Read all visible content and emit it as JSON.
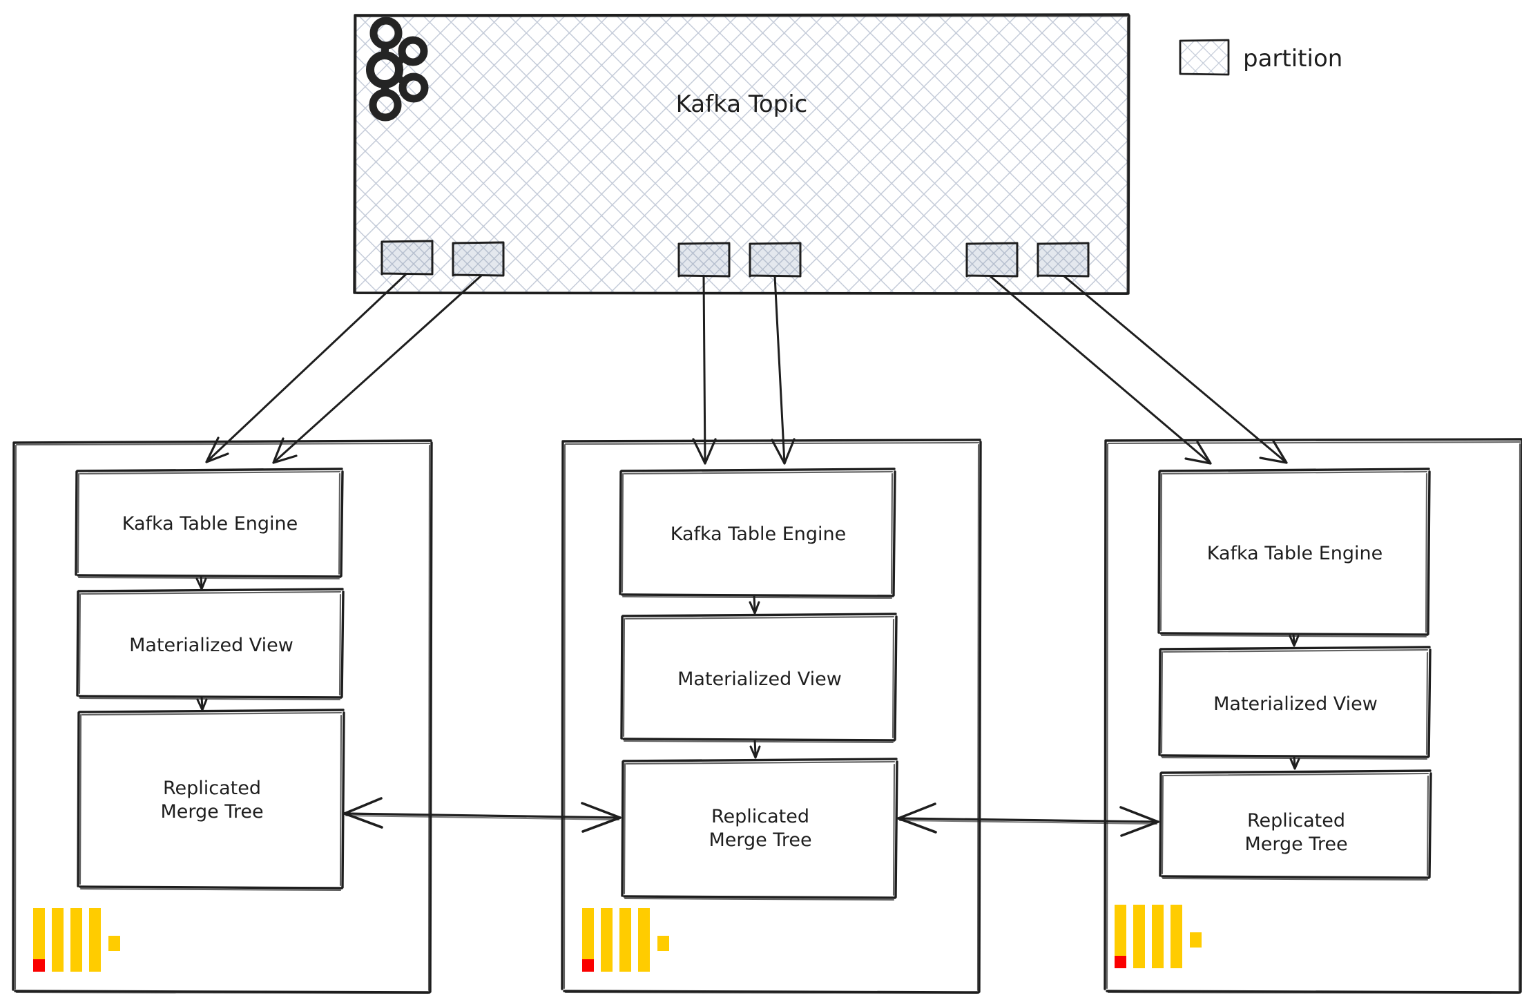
{
  "diagram": {
    "title_text": "Kafka Topic",
    "style": "hand-drawn sketch",
    "colors": {
      "stroke": "#1e1e1e",
      "partition_fill": "#ced4de",
      "topic_fill": "#c9cfdb",
      "clickhouse_yellow": "#ffcc00",
      "clickhouse_red": "#fa0000",
      "background": "#ffffff"
    }
  },
  "legend": {
    "label": "partition",
    "swatch_name": "partition-swatch"
  },
  "topic": {
    "label": "Kafka Topic",
    "logo_name": "kafka-logo",
    "partitions": [
      {
        "id": "p0",
        "label": ""
      },
      {
        "id": "p1",
        "label": ""
      },
      {
        "id": "p2",
        "label": ""
      },
      {
        "id": "p3",
        "label": ""
      },
      {
        "id": "p4",
        "label": ""
      },
      {
        "id": "p5",
        "label": ""
      }
    ]
  },
  "clusters": [
    {
      "id": "node-1",
      "logo_name": "clickhouse-logo",
      "nodes": [
        {
          "id": "kte-1",
          "label": "Kafka Table Engine"
        },
        {
          "id": "mv-1",
          "label": "Materialized View"
        },
        {
          "id": "rmt-1",
          "label": "Replicated\nMerge Tree"
        }
      ]
    },
    {
      "id": "node-2",
      "logo_name": "clickhouse-logo",
      "nodes": [
        {
          "id": "kte-2",
          "label": "Kafka Table Engine"
        },
        {
          "id": "mv-2",
          "label": "Materialized View"
        },
        {
          "id": "rmt-2",
          "label": "Replicated\nMerge Tree"
        }
      ]
    },
    {
      "id": "node-3",
      "logo_name": "clickhouse-logo",
      "nodes": [
        {
          "id": "kte-3",
          "label": "Kafka Table Engine"
        },
        {
          "id": "mv-3",
          "label": "Materialized View"
        },
        {
          "id": "rmt-3",
          "label": "Replicated\nMerge Tree"
        }
      ]
    }
  ],
  "connections": {
    "topic_to_cluster_arrows": 6,
    "internal_flow_arrows": 6,
    "replication_arrows": 2
  }
}
